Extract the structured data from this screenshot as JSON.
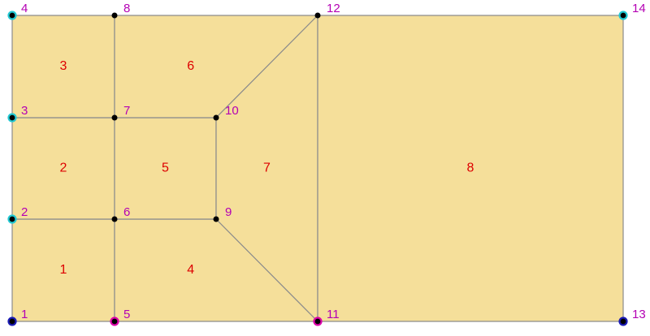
{
  "colors": {
    "element_fill": "#f5df9a",
    "edge": "#8c8c8c",
    "element_label": "#dd0000",
    "node_label": "#b400b4",
    "node_fill": "#000000",
    "ring_cyan": "#22c8d2",
    "ring_blue": "#1a1ab4",
    "ring_magenta": "#dd00aa"
  },
  "nodes": [
    {
      "id": "1",
      "ring": "blue"
    },
    {
      "id": "2",
      "ring": "cyan"
    },
    {
      "id": "3",
      "ring": "cyan"
    },
    {
      "id": "4",
      "ring": "cyan"
    },
    {
      "id": "5",
      "ring": "magenta"
    },
    {
      "id": "6",
      "ring": "none"
    },
    {
      "id": "7",
      "ring": "none"
    },
    {
      "id": "8",
      "ring": "none"
    },
    {
      "id": "9",
      "ring": "none"
    },
    {
      "id": "10",
      "ring": "none"
    },
    {
      "id": "11",
      "ring": "magenta"
    },
    {
      "id": "12",
      "ring": "none"
    },
    {
      "id": "13",
      "ring": "blue"
    },
    {
      "id": "14",
      "ring": "cyan"
    }
  ],
  "elements": [
    {
      "id": "1",
      "nodes": [
        "1",
        "5",
        "6",
        "2"
      ]
    },
    {
      "id": "2",
      "nodes": [
        "2",
        "6",
        "7",
        "3"
      ]
    },
    {
      "id": "3",
      "nodes": [
        "3",
        "7",
        "8",
        "4"
      ]
    },
    {
      "id": "4",
      "nodes": [
        "5",
        "11",
        "9",
        "6"
      ]
    },
    {
      "id": "5",
      "nodes": [
        "6",
        "9",
        "10",
        "7"
      ]
    },
    {
      "id": "6",
      "nodes": [
        "7",
        "10",
        "12",
        "8"
      ]
    },
    {
      "id": "7",
      "nodes": [
        "9",
        "11",
        "12",
        "10"
      ]
    },
    {
      "id": "8",
      "nodes": [
        "11",
        "13",
        "14",
        "12"
      ]
    }
  ]
}
